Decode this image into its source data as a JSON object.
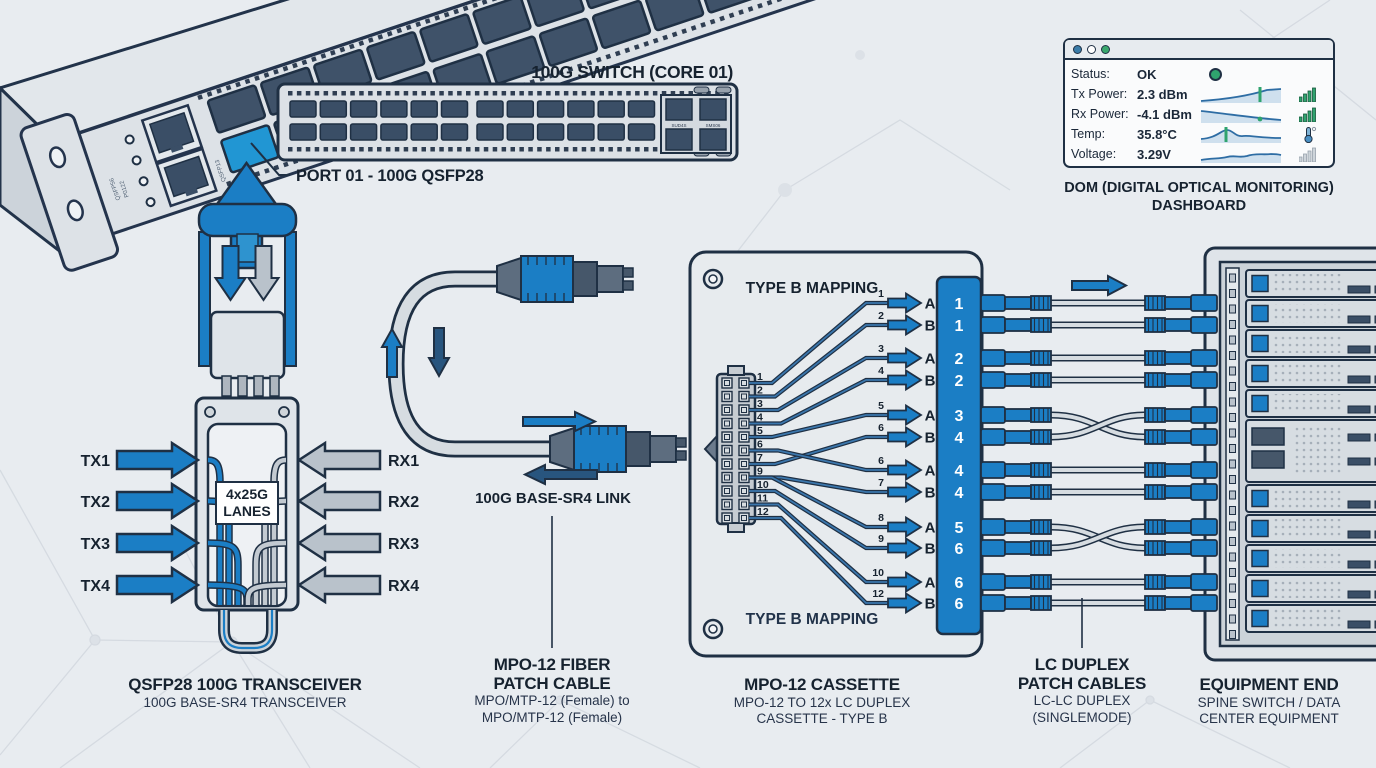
{
  "colors": {
    "bg": "#e8ecf0",
    "ink": "#1f3044",
    "blue": "#1b7ec5",
    "blue_light": "#2e93cf",
    "port_highlight": "#2196d3",
    "gray_arrow": "#b9c2cb",
    "metal": "#dde2e7",
    "panel": "#e7ebee",
    "port_dark": "#3a4e66",
    "cable_gray": "#d6dce1",
    "green": "#2fa36e",
    "spark_line": "#2e6da4",
    "spark_fill": "#cfe0ee",
    "mesh": "#cfd5dc"
  },
  "switch3d": {
    "decor_labels": [
      "QSFP56",
      "P0122",
      "QSFP13"
    ]
  },
  "switch_inset": {
    "title": "100G SWITCH (CORE 01)",
    "mgmt_labels": [
      "SUD4S",
      "SMS06"
    ]
  },
  "port_callout": "PORT 01 - 100G QSFP28",
  "transceiver": {
    "tx_labels": [
      "TX1",
      "TX2",
      "TX3",
      "TX4"
    ],
    "rx_labels": [
      "RX1",
      "RX2",
      "RX3",
      "RX4"
    ],
    "lanes_line1": "4x25G",
    "lanes_line2": "LANES"
  },
  "patch_cable": {
    "link_label": "100G BASE-SR4 LINK"
  },
  "cassette": {
    "title_top": "TYPE B MAPPING",
    "title_bottom": "TYPE B MAPPING",
    "pin_labels": [
      "1",
      "2",
      "3",
      "4",
      "5",
      "6",
      "7",
      "9",
      "10",
      "11",
      "12"
    ],
    "mapping": [
      {
        "wire": "1",
        "letter": "A",
        "port": "1"
      },
      {
        "wire": "2",
        "letter": "B",
        "port": "1"
      },
      {
        "wire": "3",
        "letter": "A",
        "port": "2"
      },
      {
        "wire": "4",
        "letter": "B",
        "port": "2"
      },
      {
        "wire": "5",
        "letter": "A",
        "port": "3"
      },
      {
        "wire": "6",
        "letter": "B",
        "port": "4"
      },
      {
        "wire": "6",
        "letter": "A",
        "port": "4"
      },
      {
        "wire": "7",
        "letter": "B",
        "port": "4"
      },
      {
        "wire": "8",
        "letter": "A",
        "port": "5"
      },
      {
        "wire": "9",
        "letter": "B",
        "port": "6"
      },
      {
        "wire": "10",
        "letter": "A",
        "port": "6"
      },
      {
        "wire": "12",
        "letter": "B",
        "port": "6"
      }
    ]
  },
  "dashboard": {
    "rows": [
      {
        "label": "Status:",
        "value": "OK",
        "indicator": "green-dot",
        "spark": "none"
      },
      {
        "label": "Tx Power:",
        "value": "2.3 dBm",
        "indicator": "signal-bars-green",
        "spark": "rise"
      },
      {
        "label": "Rx Power:",
        "value": "-4.1 dBm",
        "indicator": "signal-bars-green",
        "spark": "fall"
      },
      {
        "label": "Temp:",
        "value": "35.8°C",
        "indicator": "thermometer",
        "spark": "peak"
      },
      {
        "label": "Voltage:",
        "value": "3.29V",
        "indicator": "signal-bars-gray",
        "spark": "wave"
      }
    ],
    "caption_line1": "DOM (DIGITAL OPTICAL MONITORING)",
    "caption_line2": "DASHBOARD"
  },
  "captions": {
    "transceiver": {
      "t1": "QSFP28 100G TRANSCEIVER",
      "s1": "100G BASE-SR4 TRANSCEIVER"
    },
    "cable": {
      "t1": "MPO-12 FIBER",
      "t2": "PATCH CABLE",
      "s1": "MPO/MTP-12 (Female) to",
      "s2": "MPO/MTP-12 (Female)"
    },
    "cassette": {
      "t1": "MPO-12 CASSETTE",
      "s1": "MPO-12 TO 12x LC DUPLEX",
      "s2": "CASSETTE - TYPE B"
    },
    "lc": {
      "t1": "LC DUPLEX",
      "t2": "PATCH CABLES",
      "s1": "LC-LC DUPLEX",
      "s2": "(SINGLEMODE)"
    },
    "equipment": {
      "t1": "EQUIPMENT END",
      "s1": "SPINE SWITCH / DATA",
      "s2": "CENTER EQUIPMENT"
    }
  }
}
